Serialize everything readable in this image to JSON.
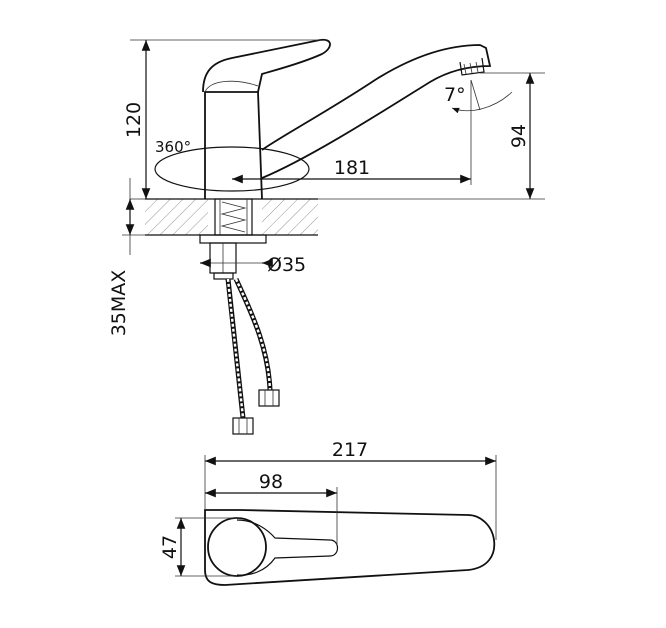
{
  "dimensions": {
    "height_total": "120",
    "swivel_angle": "360°",
    "spout_reach": "181",
    "spout_tilt": "7°",
    "spout_height": "94",
    "hole_diameter": "Ø35",
    "max_counter_thickness": "35MAX",
    "overall_length": "217",
    "handle_length": "98",
    "body_width": "47"
  }
}
